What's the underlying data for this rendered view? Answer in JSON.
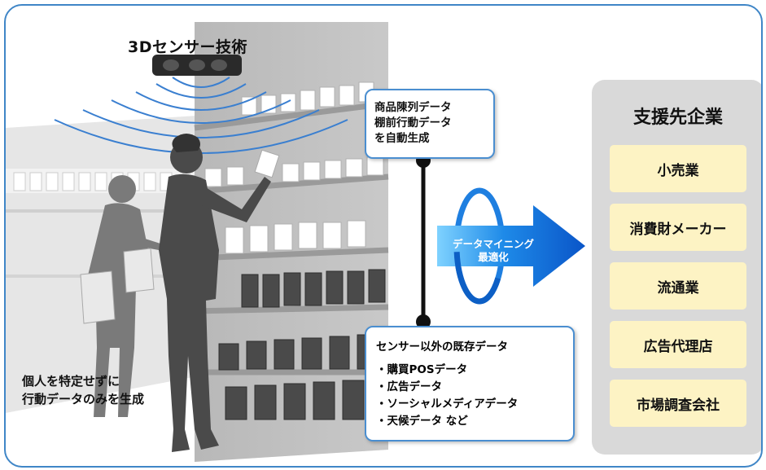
{
  "sensor": {
    "title": "3Dセンサー技術"
  },
  "callout_top": {
    "lines": [
      "商品陳列データ",
      "棚前行動データ",
      "を自動生成"
    ]
  },
  "callout_bottom": {
    "heading": "センサー以外の既存データ",
    "items": [
      "・購買POSデータ",
      "・広告データ",
      "・ソーシャルメディアデータ",
      "・天候データ など"
    ]
  },
  "mining": {
    "lines": [
      "データマイニング",
      "最適化"
    ]
  },
  "note": {
    "lines": [
      "個人を特定せずに",
      "行動データのみを生成"
    ]
  },
  "support": {
    "title": "支援先企業",
    "sectors": [
      "小売業",
      "消費財メーカー",
      "流通業",
      "広告代理店",
      "市場調査会社"
    ]
  },
  "colors": {
    "frame": "#3f86c7",
    "panel": "#d9d9d9",
    "sector_bg": "#fdf3c4",
    "arrow": "#1f7fe0"
  }
}
